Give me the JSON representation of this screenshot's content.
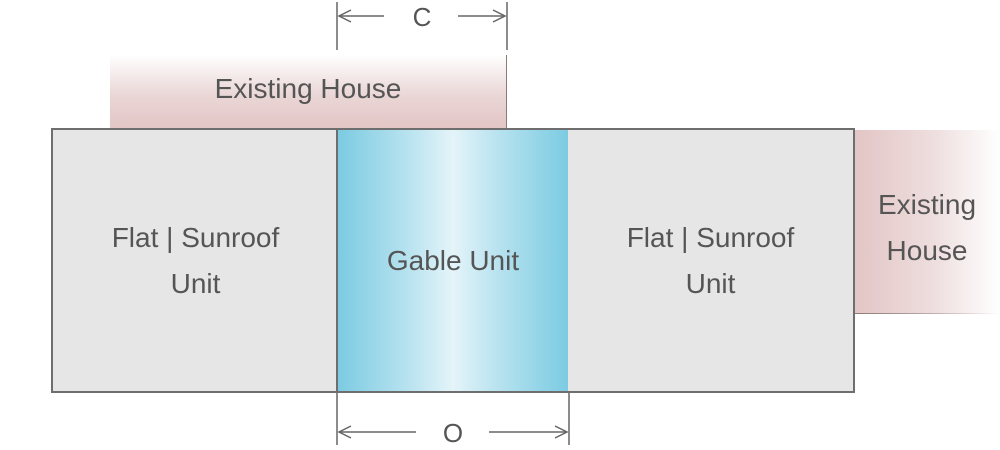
{
  "diagram": {
    "existing_house_top": {
      "label": "Existing House"
    },
    "existing_house_right": {
      "label_line1": "Existing",
      "label_line2": "House"
    },
    "units": [
      {
        "label_line1": "Flat | Sunroof",
        "label_line2": "Unit"
      },
      {
        "label": "Gable Unit"
      },
      {
        "label_line1": "Flat | Sunroof",
        "label_line2": "Unit"
      }
    ],
    "dimensions": {
      "top": "C",
      "bottom": "O"
    }
  },
  "colors": {
    "flat_unit_fill": "#e6e6e6",
    "gable_unit_fill": "#7ccbe2",
    "existing_house_fill": "#e3c5c5",
    "outline": "#6e6e6e",
    "text": "#555555"
  }
}
